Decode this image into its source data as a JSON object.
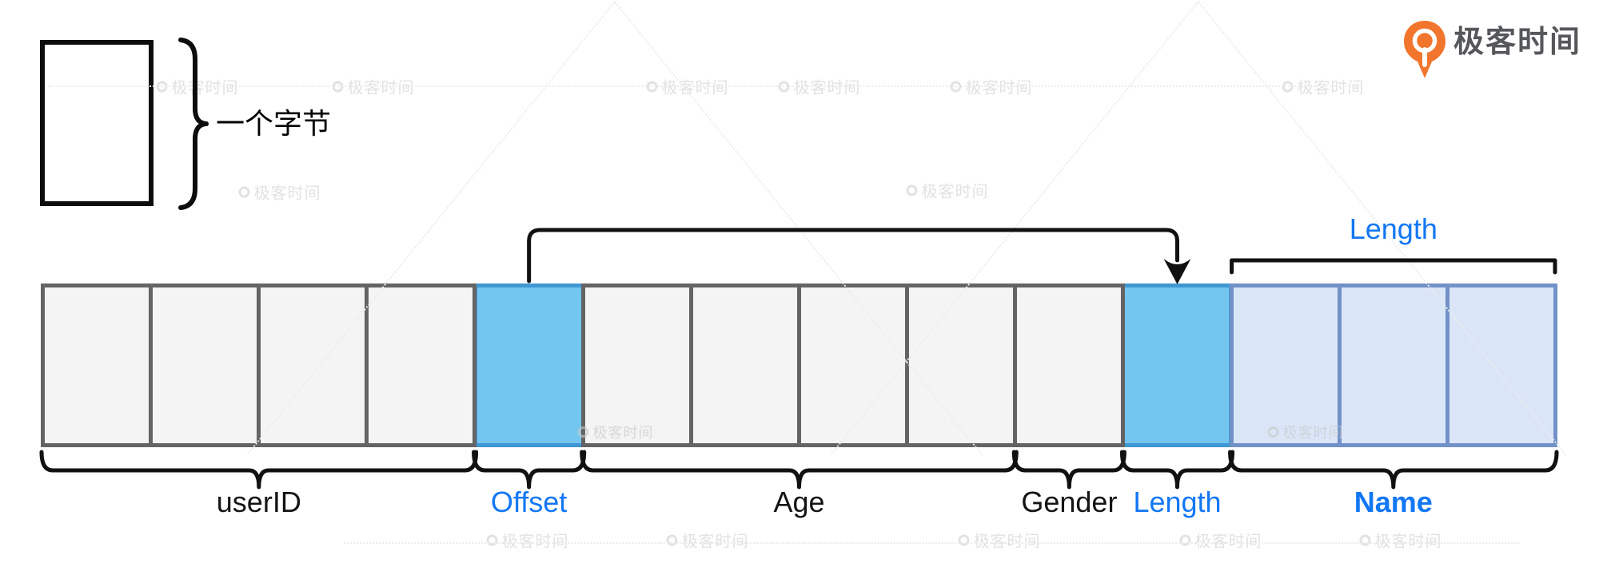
{
  "title": "record byte layout diagram",
  "logo": {
    "text": "极客时间"
  },
  "legend": {
    "byte_label": "一个字节"
  },
  "annotations": {
    "top_length_label": "Length"
  },
  "watermark": {
    "text": "极客时间"
  },
  "colors": {
    "label_blue": "#1277f4",
    "label_black": "#141414",
    "line_black": "#111111",
    "cell_gray_fill": "#f4f4f4",
    "cell_gray_border": "#646464",
    "cell_blue_fill": "#73c6ef",
    "cell_blue_border": "#3f97d3",
    "cell_lightblue_fill": "#dae6f8",
    "cell_lightblue_border": "#7191c7",
    "logo_orange": "#f2752d",
    "logo_gray": "#56575b"
  },
  "record": {
    "sections": [
      {
        "id": "userid",
        "label": "userID",
        "cells": 4,
        "style": "gray",
        "label_style": "black"
      },
      {
        "id": "offset",
        "label": "Offset",
        "cells": 1,
        "style": "blue",
        "label_style": "blue"
      },
      {
        "id": "age",
        "label": "Age",
        "cells": 4,
        "style": "gray",
        "label_style": "black"
      },
      {
        "id": "gender",
        "label": "Gender",
        "cells": 1,
        "style": "gray",
        "label_style": "black"
      },
      {
        "id": "length",
        "label": "Length",
        "cells": 1,
        "style": "blue",
        "label_style": "blue"
      },
      {
        "id": "name",
        "label": "Name",
        "cells": 3,
        "style": "lightblue",
        "label_style": "blue-bold"
      }
    ]
  }
}
